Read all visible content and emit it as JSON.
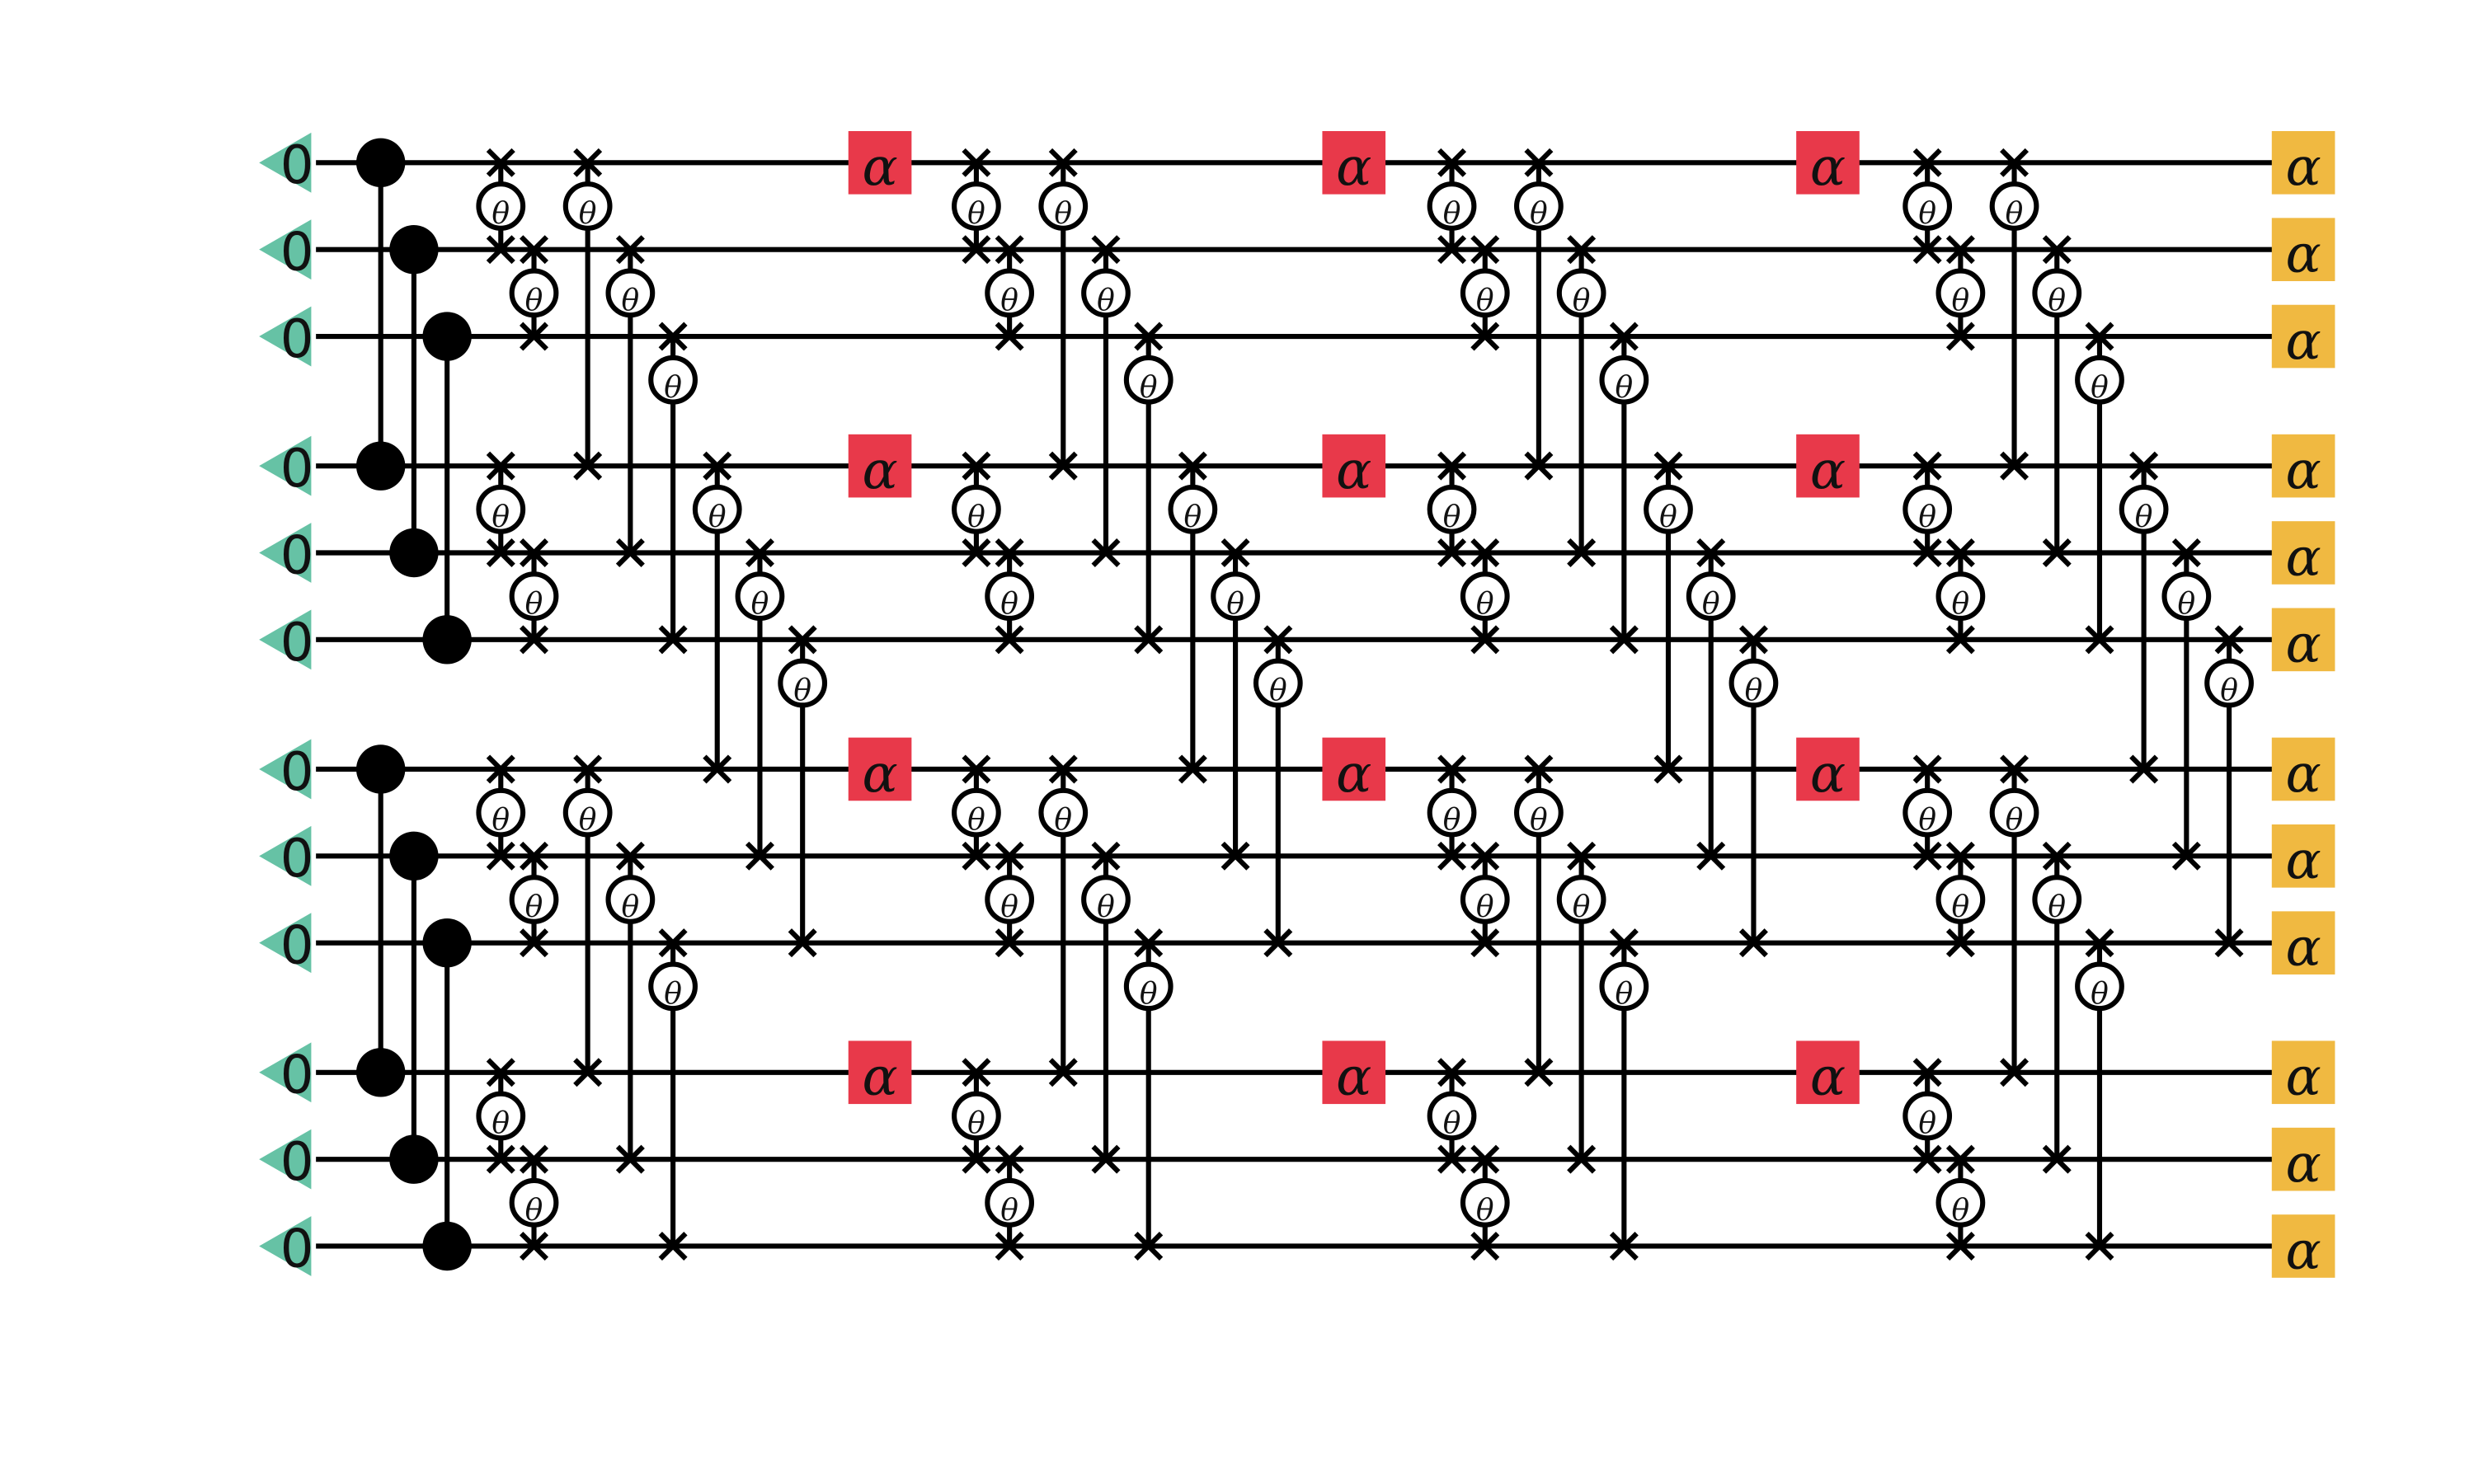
{
  "circuit": {
    "init_label": "0",
    "theta_label": "θ",
    "alpha_label": "α",
    "colors": {
      "wire": "#000000",
      "init_marker": "#66c2a5",
      "alpha_mid": "#e8394a",
      "alpha_end": "#f0b941",
      "theta_fill": "#ffffff"
    },
    "wire_count": 12,
    "register_groups": [
      [
        0,
        1,
        2
      ],
      [
        3,
        4,
        5
      ],
      [
        6,
        7,
        8
      ],
      [
        9,
        10,
        11
      ]
    ],
    "layer_count": 4
  }
}
